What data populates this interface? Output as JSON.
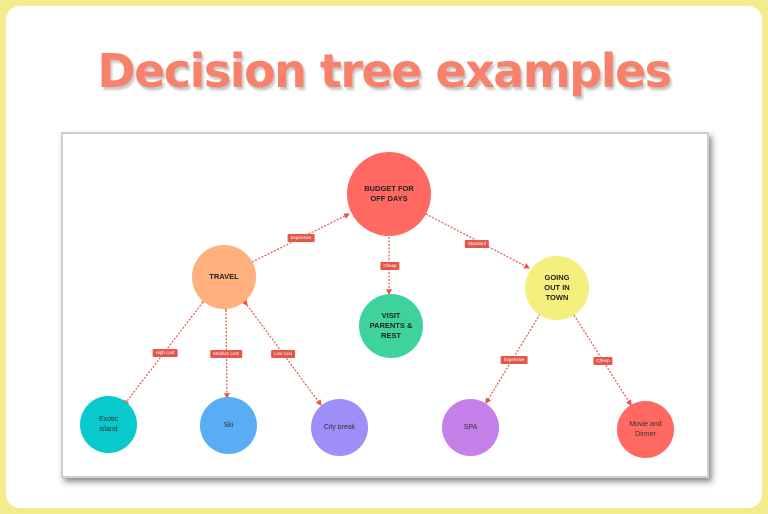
{
  "title": "Decision tree examples",
  "colors": {
    "border": "#f3ec8f",
    "title": "#f7816a",
    "edge": "#e5574b",
    "tag": "#e5574b"
  },
  "nodes": {
    "root": {
      "label_lines": [
        "BUDGET FOR",
        "OFF DAYS"
      ],
      "color": "#ff6961"
    },
    "travel": {
      "label": "TRAVEL",
      "color": "#ffb07c"
    },
    "visit": {
      "label_lines": [
        "VISIT",
        "PARENTS &",
        "REST"
      ],
      "color": "#3ed39c"
    },
    "going_out": {
      "label_lines": [
        "GOING",
        "OUT IN",
        "TOWN"
      ],
      "color": "#f5f07e"
    },
    "exotic": {
      "label_lines": [
        "Exotic",
        "island"
      ],
      "color": "#08c9cc"
    },
    "ski": {
      "label": "Ski",
      "color": "#58adf5"
    },
    "city": {
      "label": "City break",
      "color": "#9e8ff8"
    },
    "spa": {
      "label": "SPA",
      "color": "#c47fe8"
    },
    "movie": {
      "label_lines": [
        "Movie and",
        "Dinner"
      ],
      "color": "#ff6961"
    }
  },
  "edges": {
    "expensive_1": "Expensive",
    "cheap_1": "Cheap",
    "standard": "Standard",
    "high_cost": "High cost",
    "medium_cost": "Medium cost",
    "low_cost": "Low cost",
    "expensive_2": "Expensive",
    "cheap_2": "Cheap"
  }
}
